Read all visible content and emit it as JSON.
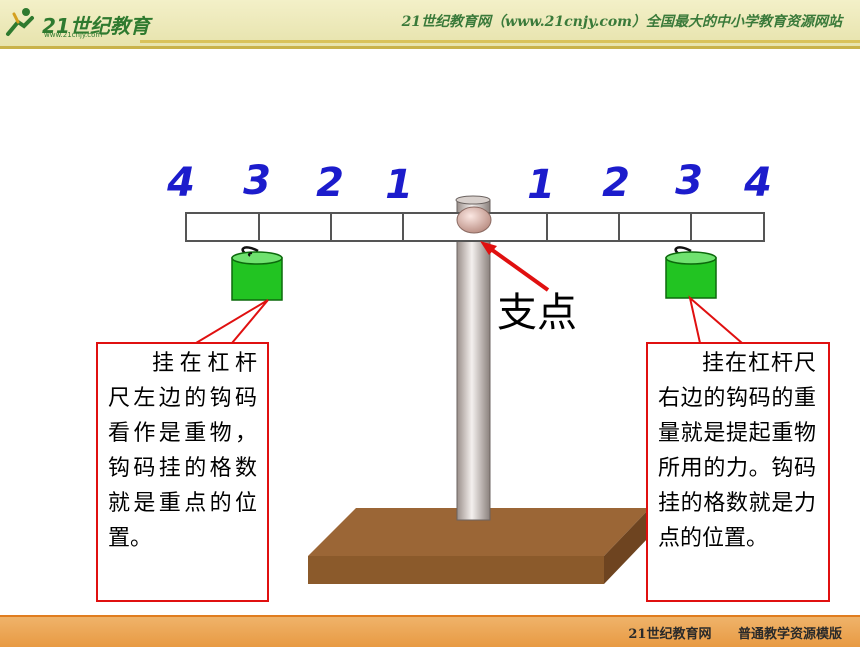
{
  "header": {
    "logo_text": "21世纪教育",
    "logo_sub": "www.21cnjy.com",
    "slogan": "21世纪教育网（www.21cnjy.com）全国最大的中小学教育资源网站"
  },
  "scale_numbers": {
    "left": [
      "4",
      "3",
      "2",
      "1"
    ],
    "right": [
      "1",
      "2",
      "3",
      "4"
    ]
  },
  "fulcrum_label": "支点",
  "left_note": "挂在杠杆尺左边的钩码看作是重物，钩码挂的格数就是重点的位置。",
  "right_note": "挂在杠杆尺右边的钩码的重量就是提起重物所用的力。钩码挂的格数就是力点的位置。",
  "footer": {
    "site": "21世纪教育网",
    "template": "普通教学资源模版"
  },
  "colors": {
    "numbers": "#1c1ccc",
    "weights": "#22c422",
    "callout_border": "#e01010",
    "base": "#8b5a2b"
  }
}
